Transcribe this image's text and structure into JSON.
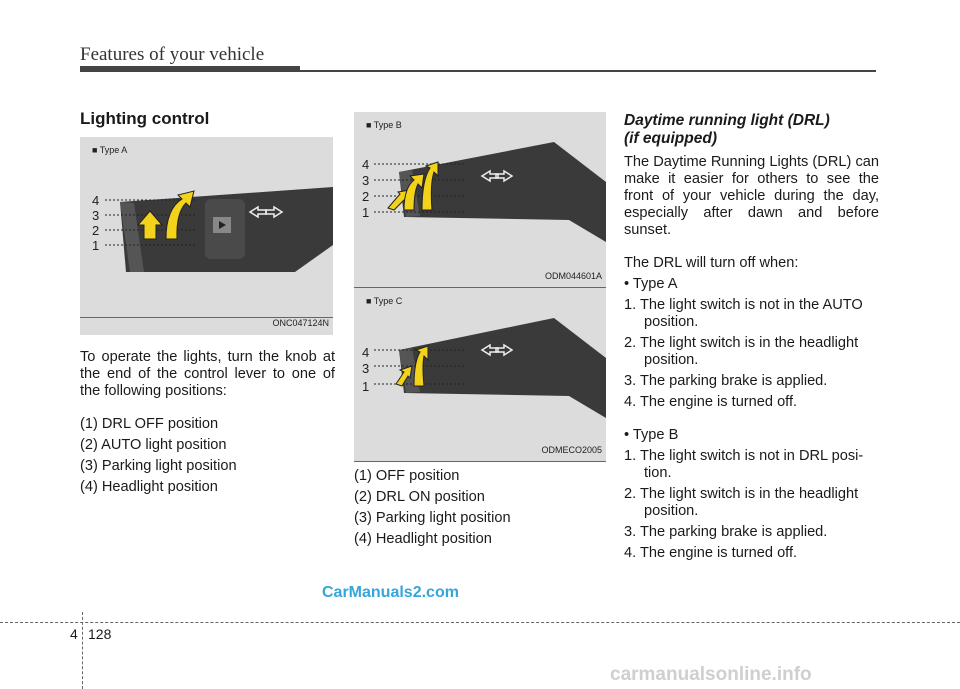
{
  "header": {
    "title": "Features of your vehicle"
  },
  "left": {
    "heading": "Lighting control",
    "figure": {
      "tag": "■ Type A",
      "code": "ONC047124N",
      "positions": [
        "4",
        "3",
        "2",
        "1"
      ]
    },
    "intro": "To operate the lights, turn the knob at the end of the control lever to one of the following positions:",
    "items": [
      "(1) DRL OFF position",
      "(2) AUTO light position",
      "(3) Parking light position",
      "(4) Headlight position"
    ]
  },
  "middle": {
    "figure_b": {
      "tag": "■ Type B",
      "code": "ODM044601A",
      "positions": [
        "4",
        "3",
        "2",
        "1"
      ]
    },
    "figure_c": {
      "tag": "■ Type C",
      "code": "ODMECO2005",
      "positions": [
        "4",
        "3",
        "1"
      ]
    },
    "items": [
      "(1) OFF position",
      "(2) DRL ON position",
      "(3) Parking light position",
      "(4) Headlight position"
    ]
  },
  "right": {
    "heading_line1": "Daytime running light (DRL)",
    "heading_line2": "(if equipped)",
    "para1": "The Daytime Running Lights (DRL) can make it easier for others to see the front of your vehicle during the day, especially after dawn and before sunset.",
    "para2": "The DRL will turn off when:",
    "typeA_label": "• Type A",
    "typeA_items": [
      "1. The light switch is not in the AUTO position.",
      "2. The light switch is in the headlight position.",
      "3. The parking brake is applied.",
      "4. The engine is turned off."
    ],
    "typeB_label": "• Type B",
    "typeB_items": [
      "1. The light switch is not in DRL posi- tion.",
      "2. The light switch is in the headlight position.",
      "3. The parking brake is applied.",
      "4. The engine is turned off."
    ]
  },
  "footer": {
    "chapter": "4",
    "page": "128",
    "watermark1": "CarManuals2.com",
    "watermark2": "carmanualsonline.info"
  },
  "colors": {
    "watermark_blue": "#35a5dc",
    "arrow_yellow": "#f2d21a",
    "figure_bg": "#dcdcdc"
  }
}
